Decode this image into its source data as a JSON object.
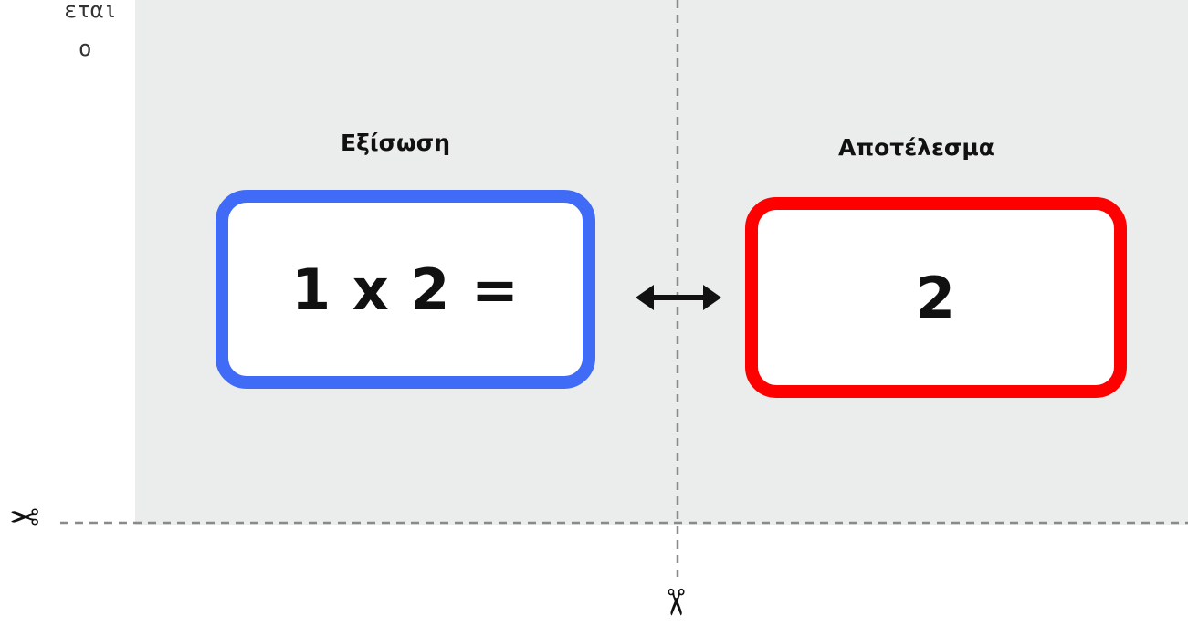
{
  "page_fragment": {
    "line1": "εται",
    "line2": "ο"
  },
  "headings": {
    "equation": "Εξίσωση",
    "result": "Αποτέλεσμα"
  },
  "equation_card": {
    "text": "1 x 2 ="
  },
  "result_card": {
    "text": "2"
  },
  "colors": {
    "background": "#ebecec",
    "equation_border": "#3f6bf7",
    "result_border": "#ff0000",
    "cut_line": "#8a8a8a"
  },
  "icons": {
    "connector": "double-arrow-icon",
    "cut_horizontal": "scissors-icon",
    "cut_vertical": "scissors-icon"
  }
}
